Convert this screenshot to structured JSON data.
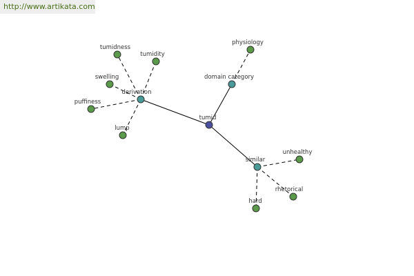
{
  "banner": {
    "url_text": "http://www.artikata.com"
  },
  "colors": {
    "center_node": "#4a4fa0",
    "hub_node": "#4a9a9a",
    "leaf_node": "#5a9a4a",
    "banner_text": "#4a6f18"
  },
  "graph": {
    "nodes": [
      {
        "id": "tumid",
        "label": "tumid",
        "role": "center"
      },
      {
        "id": "derivation",
        "label": "derivation",
        "role": "hub"
      },
      {
        "id": "domain_category",
        "label": "domain category",
        "role": "hub"
      },
      {
        "id": "similar",
        "label": "similar",
        "role": "hub"
      },
      {
        "id": "tumidness",
        "label": "tumidness",
        "role": "leaf"
      },
      {
        "id": "tumidity",
        "label": "tumidity",
        "role": "leaf"
      },
      {
        "id": "swelling",
        "label": "swelling",
        "role": "leaf"
      },
      {
        "id": "puffiness",
        "label": "puffiness",
        "role": "leaf"
      },
      {
        "id": "lump",
        "label": "lump",
        "role": "leaf"
      },
      {
        "id": "physiology",
        "label": "physiology",
        "role": "leaf"
      },
      {
        "id": "unhealthy",
        "label": "unhealthy",
        "role": "leaf"
      },
      {
        "id": "rhetorical",
        "label": "rhetorical",
        "role": "leaf"
      },
      {
        "id": "hard",
        "label": "hard",
        "role": "leaf"
      }
    ],
    "edges": [
      {
        "from": "tumid",
        "to": "derivation",
        "style": "solid"
      },
      {
        "from": "tumid",
        "to": "domain_category",
        "style": "solid"
      },
      {
        "from": "tumid",
        "to": "similar",
        "style": "solid"
      },
      {
        "from": "derivation",
        "to": "tumidness",
        "style": "dashed"
      },
      {
        "from": "derivation",
        "to": "tumidity",
        "style": "dashed"
      },
      {
        "from": "derivation",
        "to": "swelling",
        "style": "dashed"
      },
      {
        "from": "derivation",
        "to": "puffiness",
        "style": "dashed"
      },
      {
        "from": "derivation",
        "to": "lump",
        "style": "dashed"
      },
      {
        "from": "domain_category",
        "to": "physiology",
        "style": "dashed"
      },
      {
        "from": "similar",
        "to": "unhealthy",
        "style": "dashed"
      },
      {
        "from": "similar",
        "to": "rhetorical",
        "style": "dashed"
      },
      {
        "from": "similar",
        "to": "hard",
        "style": "dashed"
      }
    ]
  }
}
